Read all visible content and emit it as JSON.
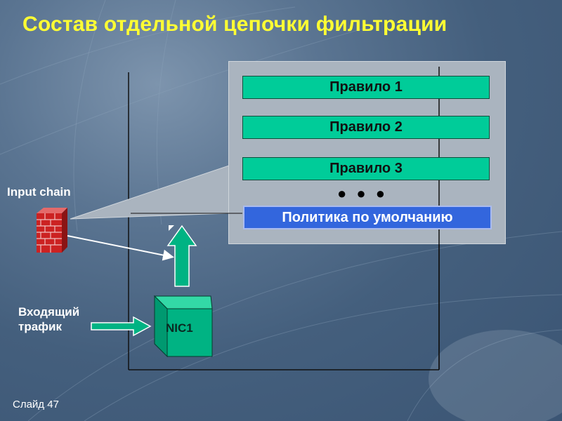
{
  "title": "Состав отдельной цепочки фильтрации",
  "rules": [
    "Правило 1",
    "Правило 2",
    "Правило 3"
  ],
  "ellipsis": "● ● ●",
  "default_policy": "Политика по умолчанию",
  "input_chain_label": "Input chain",
  "incoming_traffic": [
    "Входящий",
    "трафик"
  ],
  "nic_label": "NIC1",
  "slide_number": "Слайд 47",
  "colors": {
    "title": "#ffff33",
    "rule_fill": "#00cc99",
    "policy_fill": "#3366dd",
    "nic_fill": "#00b383",
    "arrow_fill": "#00b383",
    "firewall_brick": "#cc2222"
  },
  "icons": [
    "firewall-brick-icon",
    "up-arrow-icon",
    "right-arrow-icon"
  ]
}
